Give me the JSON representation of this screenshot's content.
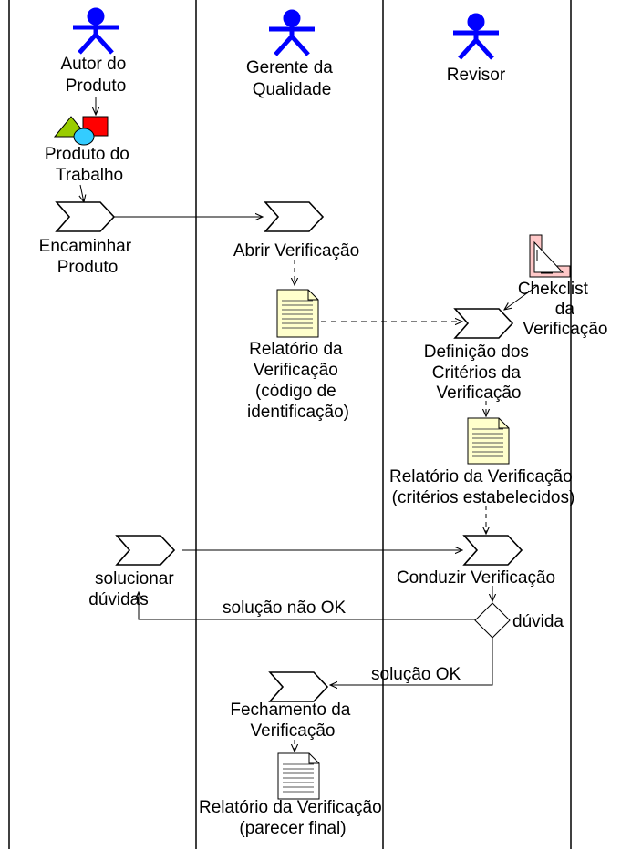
{
  "lanes": [
    {
      "id": "autor",
      "label_lines": [
        "Autor do",
        "Produto"
      ]
    },
    {
      "id": "gerente",
      "label_lines": [
        "Gerente da",
        "Qualidade"
      ]
    },
    {
      "id": "revisor",
      "label_lines": [
        "Revisor"
      ]
    }
  ],
  "artifacts": {
    "produto_trabalho": [
      "Produto do",
      "Trabalho"
    ],
    "checklist": [
      "Chekclist",
      "da",
      "Verificação"
    ],
    "relatorio_codigo": [
      "Relatório da",
      "Verificação",
      "(código de",
      "identificação)"
    ],
    "relatorio_criterios": [
      "Relatório da Verificação",
      "(critérios estabelecidos)"
    ],
    "relatorio_final": [
      "Relatório da Verificação",
      "(parecer final)"
    ]
  },
  "activities": {
    "encaminhar": [
      "Encaminhar",
      "Produto"
    ],
    "abrir": [
      "Abrir Verificação"
    ],
    "definicao": [
      "Definição dos",
      "Critérios da",
      "Verificação"
    ],
    "conduzir": [
      "Conduzir Verificação"
    ],
    "solucionar": [
      "solucionar",
      "dúvidas"
    ],
    "fechamento": [
      "Fechamento da",
      "Verificação"
    ]
  },
  "decision": {
    "label": "dúvida"
  },
  "flows": {
    "nao_ok": "solução não OK",
    "ok": "solução OK"
  },
  "colors": {
    "actor": "#0000ff",
    "doc_fill": "#ffffcc",
    "doc_plain": "#ffffff",
    "checklist": "#ffc8c8",
    "triangle": "#99cc00",
    "square": "#ff0000",
    "circle": "#33ccff"
  }
}
